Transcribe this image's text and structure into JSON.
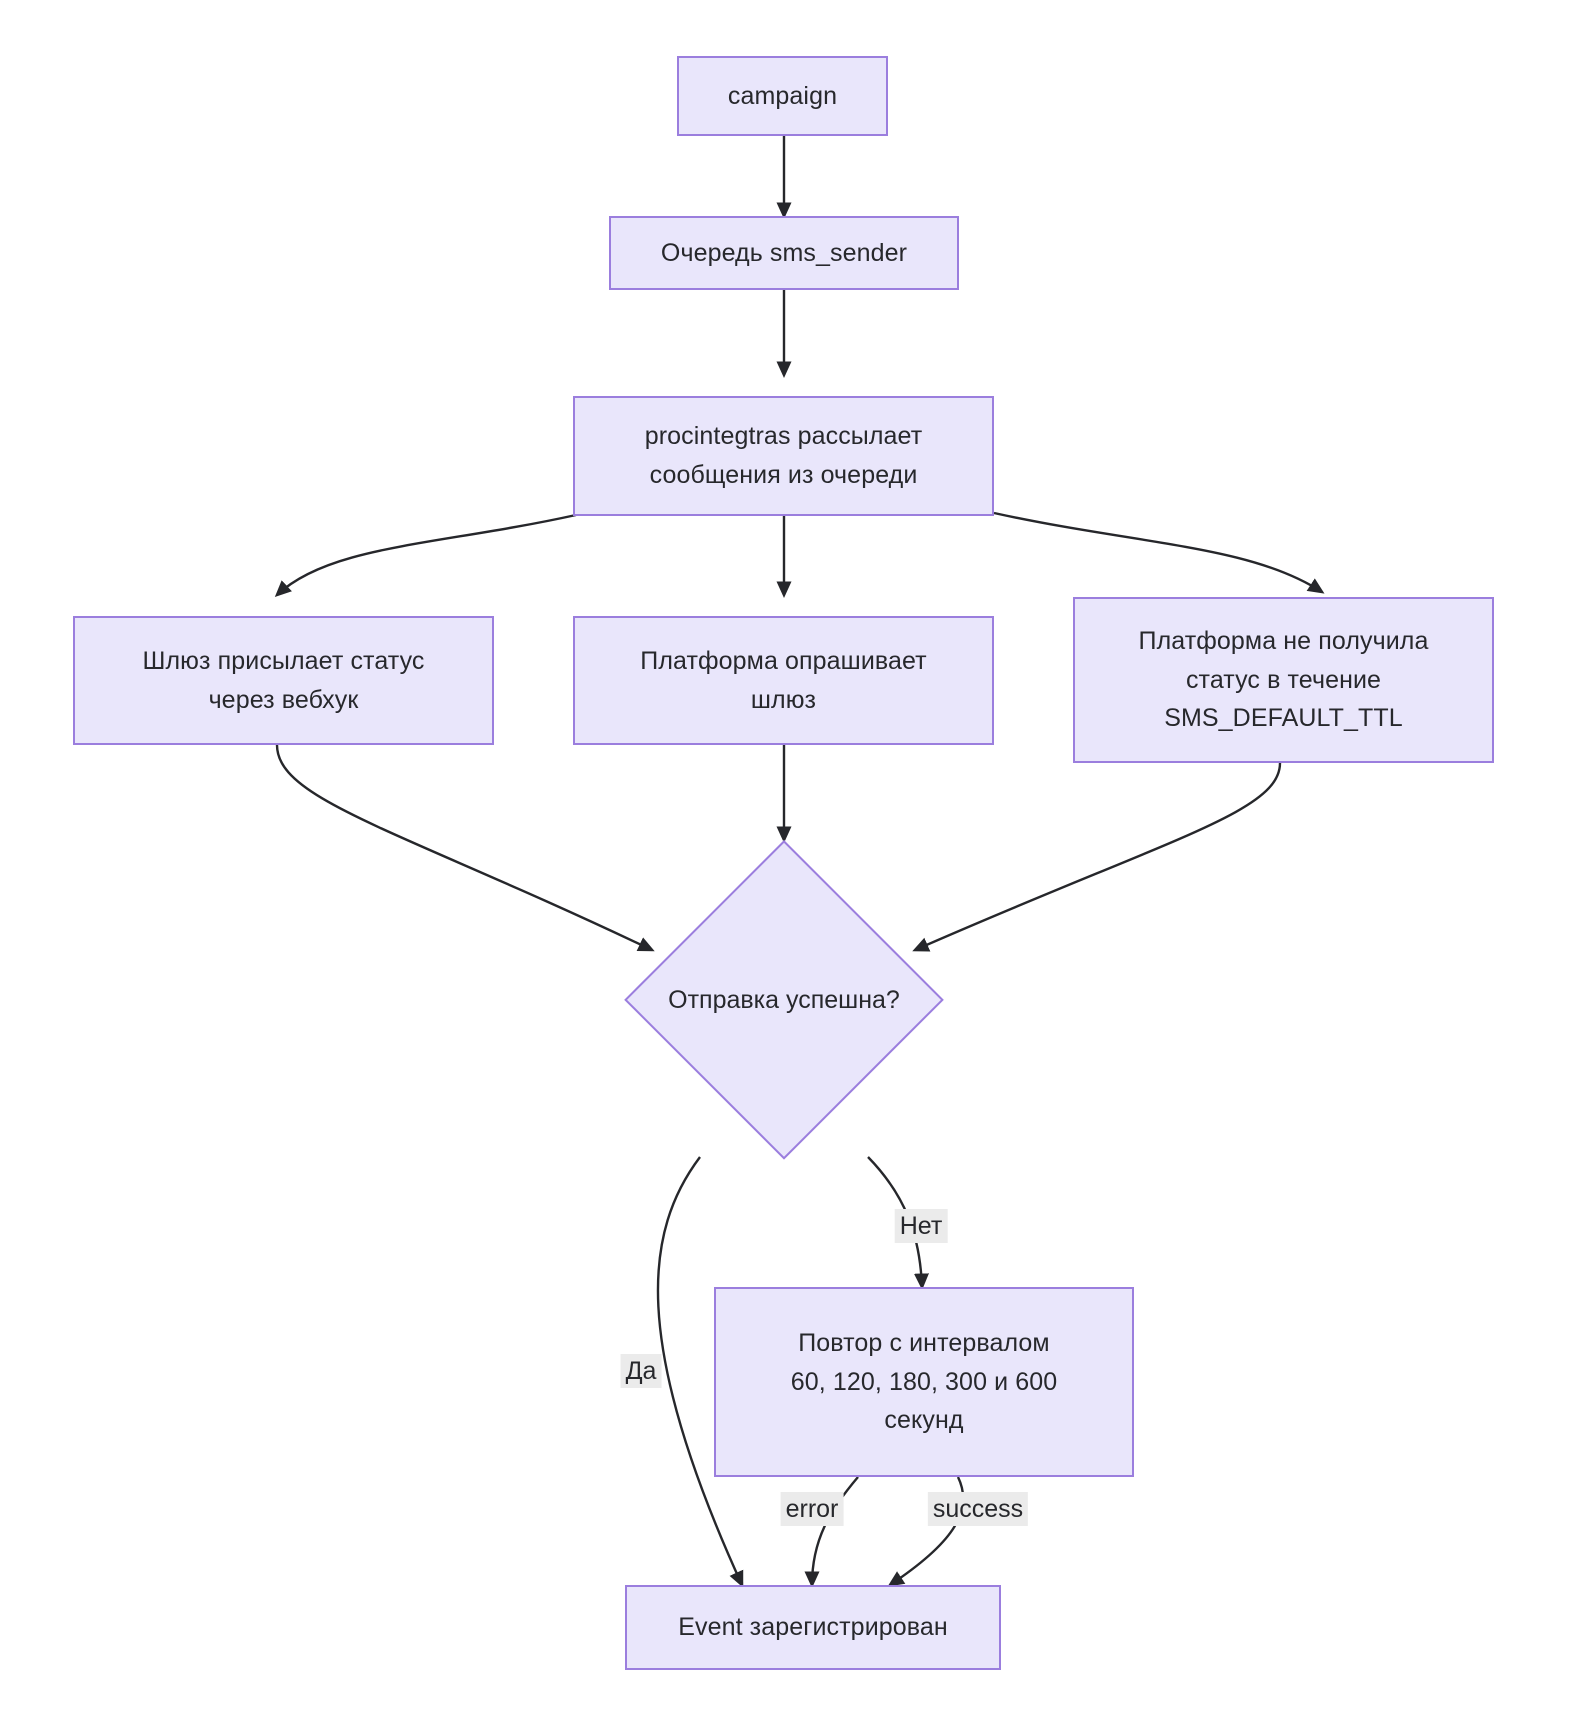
{
  "diagram": {
    "type": "flowchart",
    "direction": "top-down",
    "theme": {
      "node_fill": "#e9e6fb",
      "node_border": "#9b7ede",
      "edge_stroke": "#26272b",
      "text_color": "#27282c",
      "edge_label_bg": "#ebebeb",
      "background": "#ffffff"
    },
    "nodes": [
      {
        "id": "campaign",
        "label": "campaign"
      },
      {
        "id": "queue",
        "label": "Очередь sms_sender"
      },
      {
        "id": "proc",
        "label": "procintegtras рассылает\nсообщения из очереди"
      },
      {
        "id": "webhook",
        "label": "Шлюз присылает статус\nчерез вебхук"
      },
      {
        "id": "poll",
        "label": "Платформа опрашивает\nшлюз"
      },
      {
        "id": "timeout",
        "label": "Платформа не получила\nстатус в течение\nSMS_DEFAULT_TTL"
      },
      {
        "id": "decision",
        "label": "Отправка успешна?",
        "shape": "diamond"
      },
      {
        "id": "retry",
        "label": "Повтор с интервалом\n60, 120, 180, 300 и 600\nсекунд"
      },
      {
        "id": "event",
        "label": "Event зарегистрирован"
      }
    ],
    "edges": [
      {
        "from": "campaign",
        "to": "queue",
        "label": ""
      },
      {
        "from": "queue",
        "to": "proc",
        "label": ""
      },
      {
        "from": "proc",
        "to": "webhook",
        "label": ""
      },
      {
        "from": "proc",
        "to": "poll",
        "label": ""
      },
      {
        "from": "proc",
        "to": "timeout",
        "label": ""
      },
      {
        "from": "webhook",
        "to": "decision",
        "label": ""
      },
      {
        "from": "poll",
        "to": "decision",
        "label": ""
      },
      {
        "from": "timeout",
        "to": "decision",
        "label": ""
      },
      {
        "from": "decision",
        "to": "event",
        "label": "Да"
      },
      {
        "from": "decision",
        "to": "retry",
        "label": "Нет"
      },
      {
        "from": "retry",
        "to": "event",
        "label": "error"
      },
      {
        "from": "retry",
        "to": "event",
        "label": "success"
      }
    ],
    "edge_labels": {
      "yes": "Да",
      "no": "Нет",
      "error": "error",
      "success": "success"
    }
  }
}
